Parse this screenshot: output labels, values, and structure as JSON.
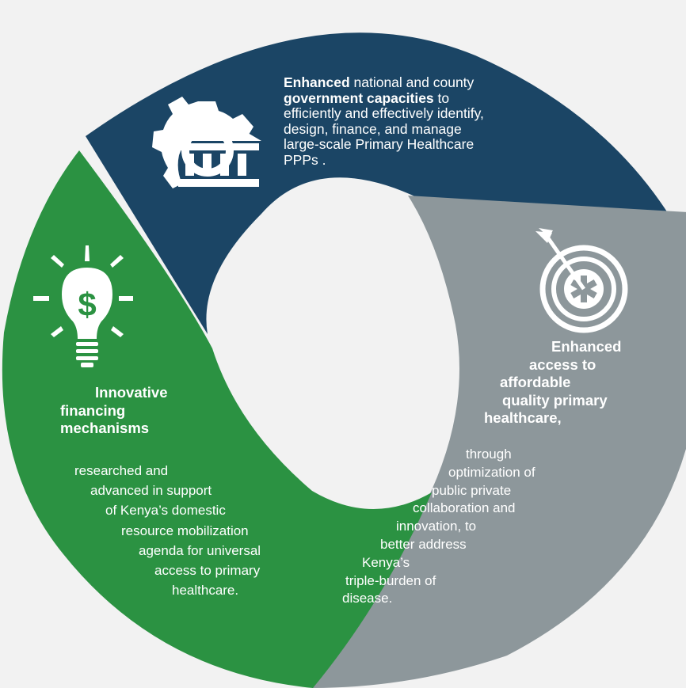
{
  "segments": {
    "governance": {
      "color": "#1b4565",
      "icon": "gear-bank-icon",
      "lines": [
        [
          {
            "t": "Enhanced",
            "b": true
          },
          {
            "t": " national and county",
            "b": false
          }
        ],
        [
          {
            "t": "government capacities",
            "b": true
          },
          {
            "t": " to",
            "b": false
          }
        ],
        [
          {
            "t": "efficiently and effectively identify,",
            "b": false
          }
        ],
        [
          {
            "t": "design, finance, and manage",
            "b": false
          }
        ],
        [
          {
            "t": "large-scale Primary Healthcare",
            "b": false
          }
        ],
        [
          {
            "t": "PPPs .",
            "b": false
          }
        ]
      ]
    },
    "access": {
      "color": "#8d979b",
      "icon": "target-medical-icon",
      "heading_lines": [
        "Enhanced",
        "access to",
        "affordable",
        "quality  primary",
        "healthcare,"
      ],
      "body_lines": [
        "through",
        "optimization of",
        "public private",
        "collaboration and",
        "innovation, to",
        "better address",
        "Kenya’s",
        "triple-burden of",
        "disease."
      ]
    },
    "financing": {
      "color": "#2b9242",
      "icon": "lightbulb-dollar-icon",
      "heading_lines": [
        "Innovative",
        "financing",
        "mechanisms"
      ],
      "body_lines": [
        "researched and",
        "advanced in support",
        "of Kenya’s domestic",
        "resource mobilization",
        "agenda for universal",
        "access to primary",
        "healthcare."
      ]
    }
  }
}
